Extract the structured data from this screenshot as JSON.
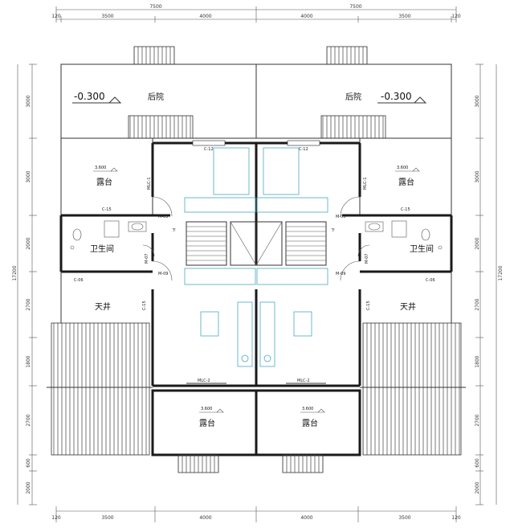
{
  "dimensions": {
    "top_total": [
      "7500",
      "7500"
    ],
    "top_parts": [
      "120",
      "3500",
      "4000",
      "4000",
      "3500",
      "120"
    ],
    "bottom_parts": [
      "120",
      "3500",
      "4000",
      "4000",
      "3500",
      "120"
    ],
    "left_parts": [
      "3000",
      "3000",
      "2000",
      "2700",
      "1800",
      "2700",
      "600",
      "2000"
    ],
    "right_parts": [
      "3000",
      "3000",
      "2000",
      "2700",
      "1800",
      "2700",
      "600",
      "2000"
    ],
    "left_total": "17200",
    "right_total": "17200"
  },
  "rooms": {
    "backyard": "后院",
    "terrace": "露台",
    "bathroom": "卫生间",
    "courtyard": "天井"
  },
  "levels": {
    "backyard": "-0.300",
    "terrace": "3.600"
  },
  "labels": {
    "window_c12": "C-12",
    "window_c15": "C-15",
    "window_c06": "C-06",
    "door_m09": "M-09",
    "door_m07": "M-07",
    "door_mc1": "MLC-1",
    "door_mc2": "MLC-2",
    "stair_arrow": "下"
  },
  "colors": {
    "wall": "#1a1a1a",
    "furniture": "#4aa8c0",
    "hatch": "#555555"
  }
}
